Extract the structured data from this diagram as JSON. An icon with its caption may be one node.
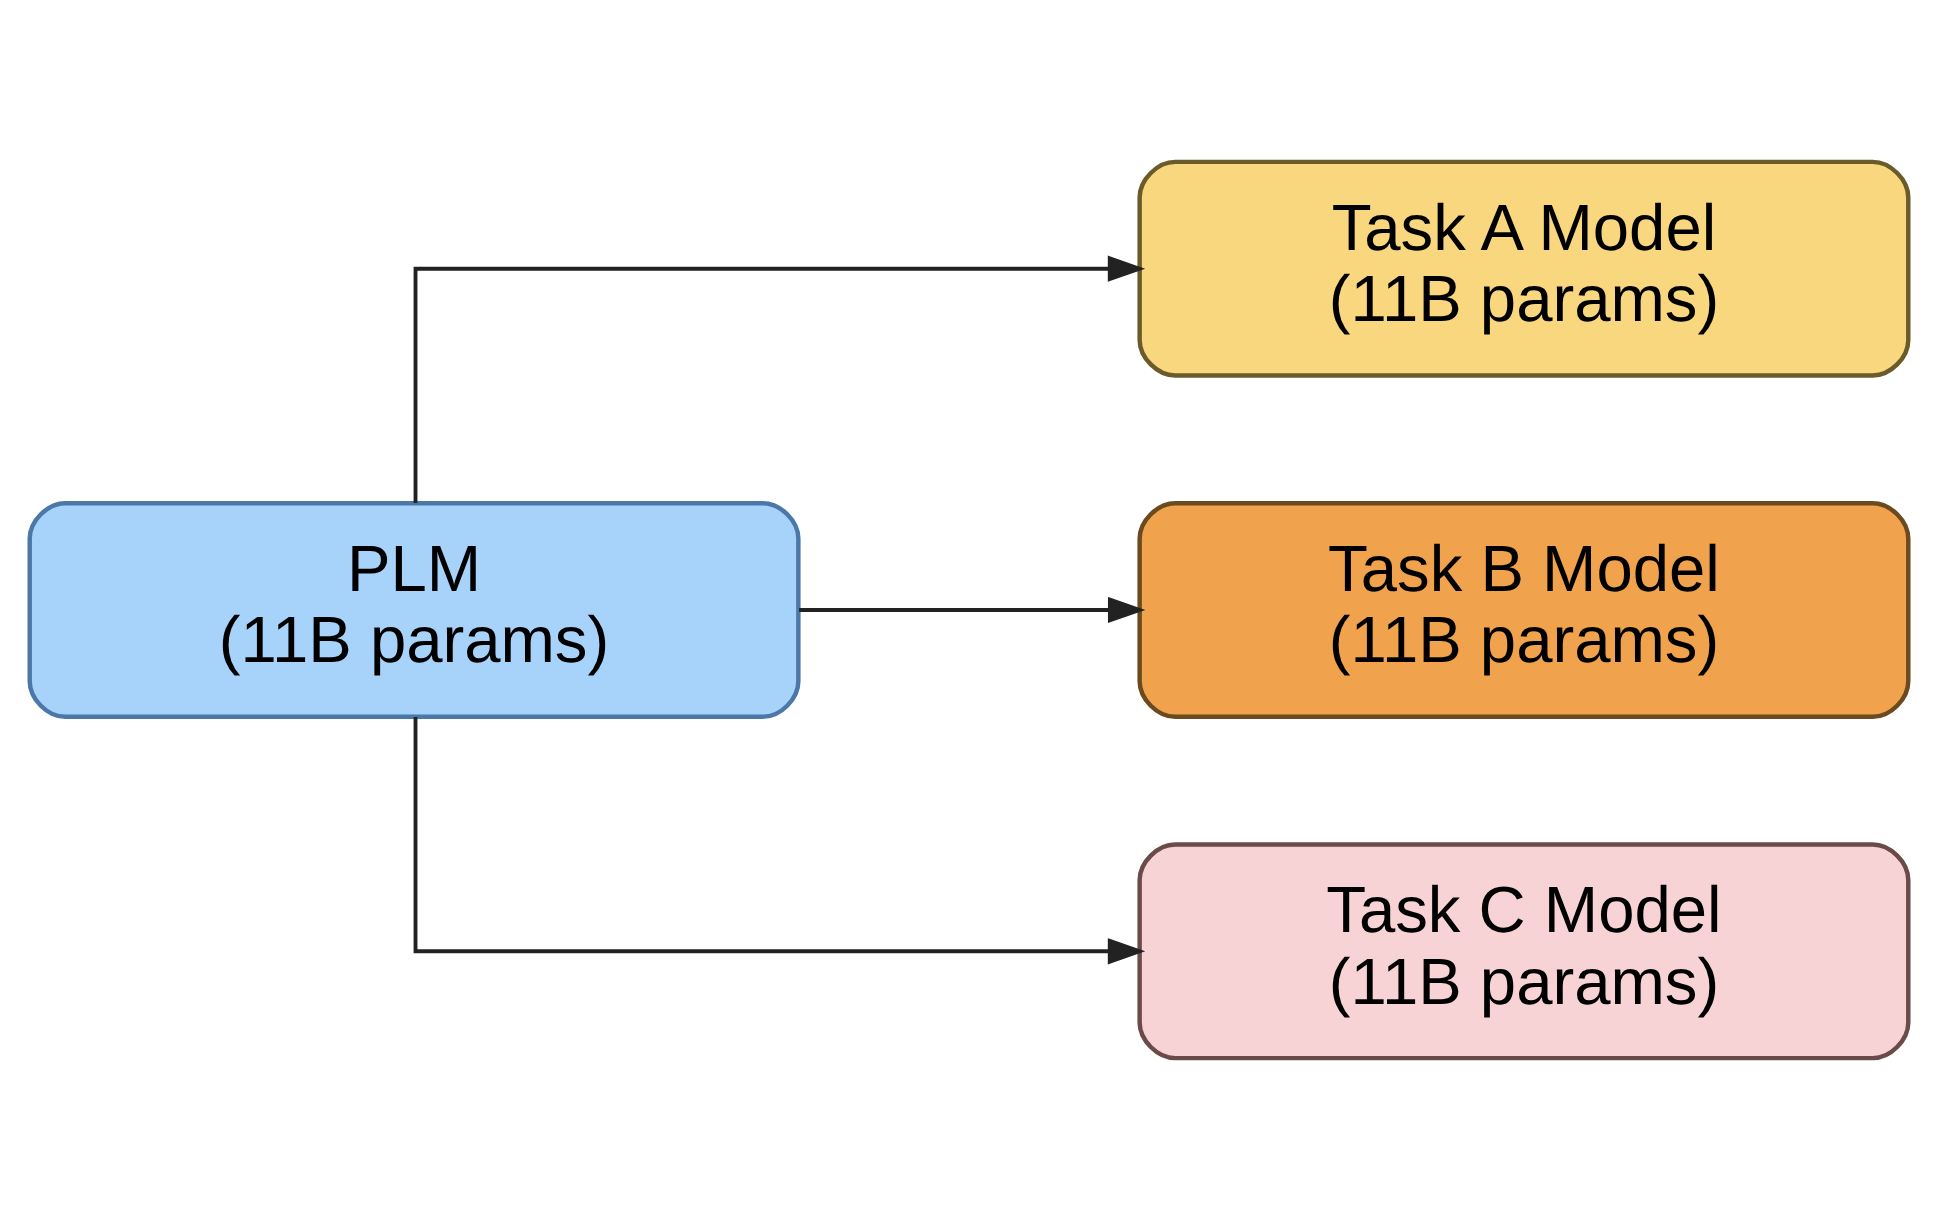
{
  "diagram": {
    "nodes": [
      {
        "text": [
          "PLM (11B params)"
        ]
      },
      {
        "text": [
          "Task A Model (11B params)"
        ]
      },
      {
        "text": [
          "Task B Model (11B params)"
        ]
      },
      {
        "text": [
          "Task C Model (11B params)"
        ]
      }
    ],
    "edges": [
      {
        "from": 0,
        "to": 1,
        "arrow": "to"
      },
      {
        "from": 0,
        "to": 2,
        "arrow": "to"
      },
      {
        "from": 0,
        "to": 3,
        "arrow": "to"
      }
    ]
  }
}
